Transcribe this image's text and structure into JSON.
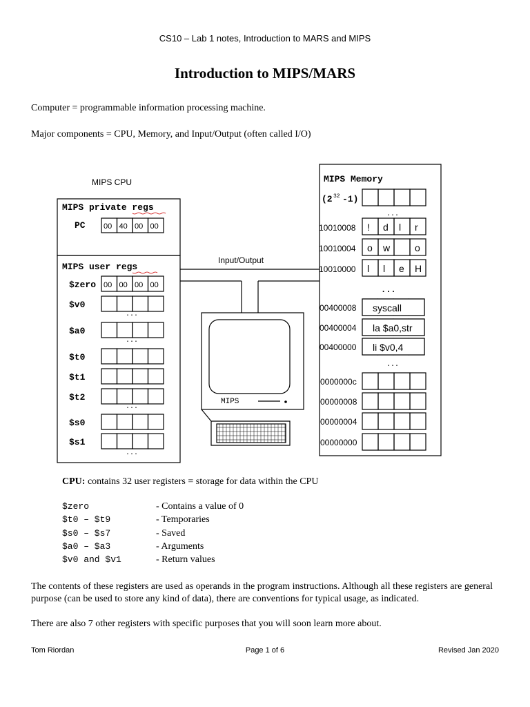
{
  "header": {
    "text": "CS10 – Lab 1 notes, Introduction to MARS and MIPS"
  },
  "title": "Introduction to MIPS/MARS",
  "intro": {
    "line1": "Computer = programmable information processing machine.",
    "line2": "Major components = CPU, Memory, and Input/Output (often called I/O)"
  },
  "diagram": {
    "cpu_label": "MIPS CPU",
    "private_regs_label": "MIPS private regs",
    "pc_label": "PC",
    "pc_bytes": [
      "00",
      "40",
      "00",
      "00"
    ],
    "user_regs_label": "MIPS user regs",
    "user_regs": [
      "$zero",
      "$v0",
      "$a0",
      "$t0",
      "$t1",
      "$t2",
      "$s0",
      "$s1"
    ],
    "zero_bytes": [
      "00",
      "00",
      "00",
      "00"
    ],
    "io_label": "Input/Output",
    "monitor_label": "MIPS",
    "memory_label": "MIPS Memory",
    "memory_top": "(2",
    "memory_top_exp": "32",
    "memory_top_end": "-1)",
    "ellipsis": "...",
    "data_rows": [
      {
        "addr": "10010008",
        "cells": [
          "!",
          "d",
          "l",
          "r"
        ]
      },
      {
        "addr": "10010004",
        "cells": [
          "o",
          "w",
          "",
          "o"
        ]
      },
      {
        "addr": "10010000",
        "cells": [
          "l",
          "l",
          "e",
          "H"
        ]
      }
    ],
    "text_rows": [
      {
        "addr": "00400008",
        "instr": "syscall"
      },
      {
        "addr": "00400004",
        "instr": "la $a0,str"
      },
      {
        "addr": "00400000",
        "instr": "li $v0,4"
      }
    ],
    "low_rows": [
      "0000000c",
      "00000008",
      "00000004",
      "00000000"
    ]
  },
  "cpu_note": {
    "bold": "CPU:",
    "text": "  contains 32 user registers = storage for data within the CPU"
  },
  "register_table": [
    {
      "name": "$zero",
      "desc": "- Contains a value of 0"
    },
    {
      "name": "$t0 – $t9",
      "desc": "- Temporaries"
    },
    {
      "name": "$s0 – $s7",
      "desc": "- Saved"
    },
    {
      "name": "$a0 – $a3",
      "desc": "- Arguments"
    },
    {
      "name": "$v0 and $v1",
      "desc": "- Return values"
    }
  ],
  "paragraph3": "The contents of these registers are used as operands in the program instructions.  Although all these registers are general purpose (can be used to store any kind of data), there are conventions for typical usage, as indicated.",
  "paragraph4": "There are also 7 other registers with specific purposes that you will soon learn more about.",
  "footer": {
    "left": "Tom Riordan",
    "center": "Page 1 of 6",
    "right": "Revised Jan 2020"
  }
}
